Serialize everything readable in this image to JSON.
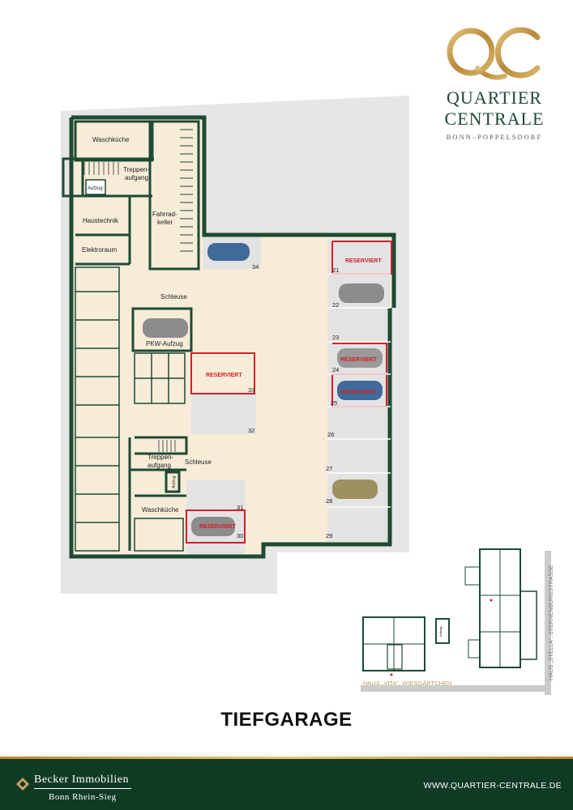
{
  "brand": {
    "line1": "QUARTIER",
    "line2": "CENTRALE",
    "line3": "BONN–POPPELSDORF",
    "gold": "#c9a45c",
    "green": "#1e4a33"
  },
  "rooms": {
    "waschkueche_top": "Waschküche",
    "treppen_top_1": "Treppen-",
    "treppen_top_2": "aufgang",
    "aufzug_top": "Aufzug",
    "haustechnik": "Haustechnik",
    "elektroraum": "Elektroraum",
    "fahrrad_1": "Fahrrad-",
    "fahrrad_2": "keller",
    "schleuse_top": "Schleuse",
    "pkw_aufzug": "PKW-Aufzug",
    "treppen_bottom_1": "Treppen-",
    "treppen_bottom_2": "aufgang",
    "schleuse_bottom": "Schleuse",
    "aufzug_bottom": "Aufzug",
    "waschkueche_bottom": "Waschküche"
  },
  "reserved_label": "RESERVIERT",
  "spaces": {
    "s21": "21",
    "s22": "22",
    "s23": "23",
    "s24": "24",
    "s25": "25",
    "s26": "26",
    "s27": "27",
    "s28": "28",
    "s29": "29",
    "s30": "30",
    "s31": "31",
    "s32": "32",
    "s33": "33",
    "s34": "34"
  },
  "site": {
    "street": "HAUS „STELLA“, STERNENBURGSTRASSE",
    "haus_vita": "HAUS „VITA“, WIESGÄRTCHEN",
    "aufzug": "Aufzug"
  },
  "colors": {
    "wall": "#1e4a33",
    "floor": "#f7ecd8",
    "reserved": "#d0202a",
    "ground": "#e6e6e6"
  },
  "title": "TIEFGARAGE",
  "footer": {
    "company_line1": "Becker Immobilien",
    "company_line2": "Bonn Rhein-Sieg",
    "website": "WWW.QUARTIER-CENTRALE.DE"
  }
}
